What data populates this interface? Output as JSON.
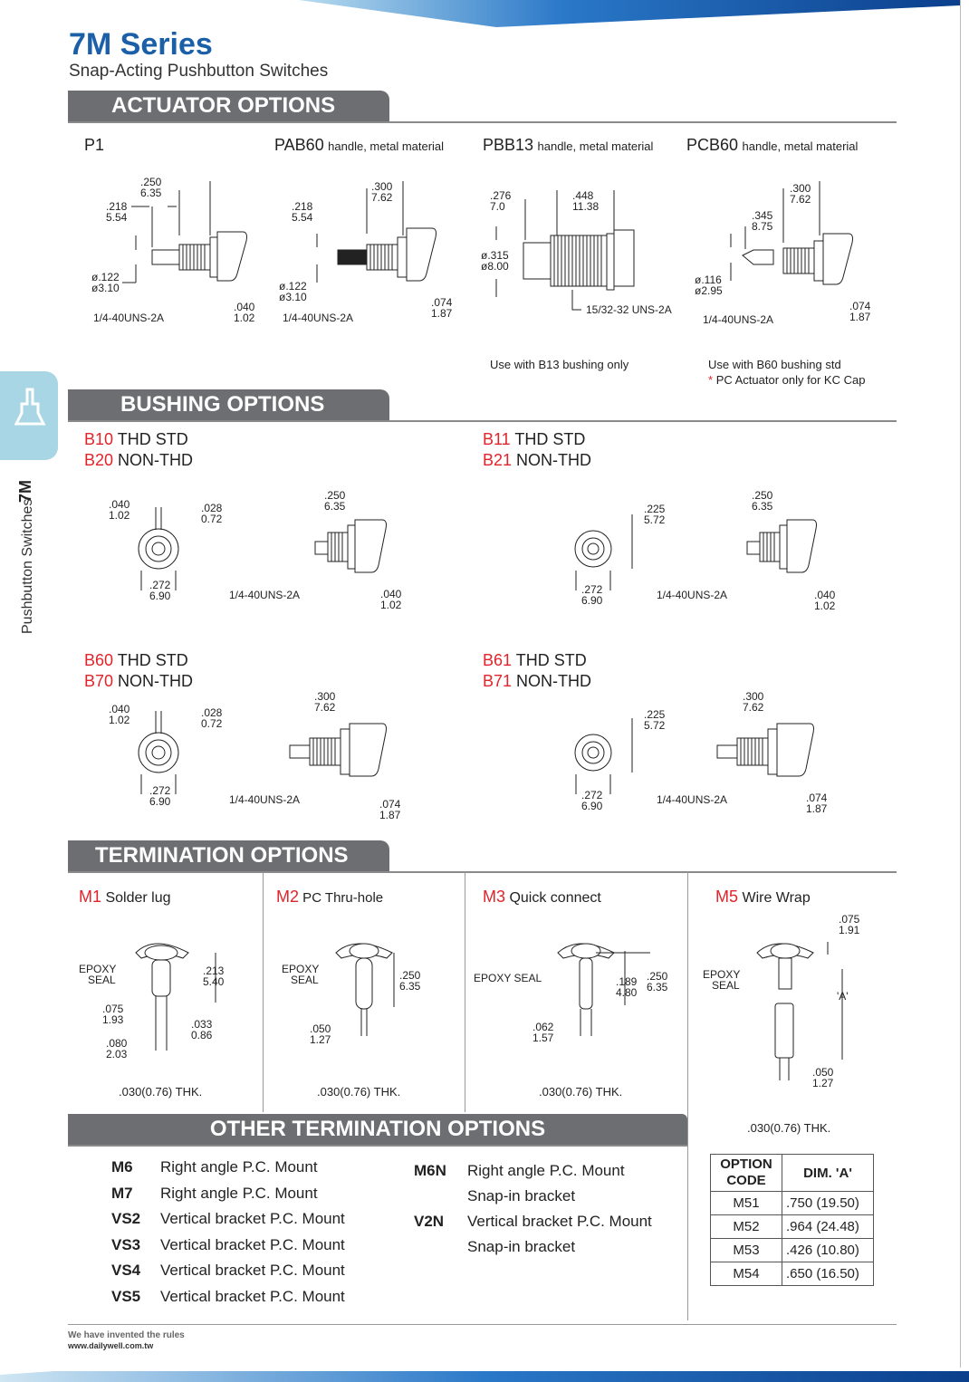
{
  "header": {
    "title": "7M Series",
    "subtitle": "Snap-Acting Pushbutton Switches"
  },
  "sidebar": {
    "code": "7M",
    "label": "Pushbutton Switches"
  },
  "actuator": {
    "heading": "ACTUATOR  OPTIONS",
    "items": [
      {
        "code": "P1",
        "desc": "",
        "dims": [
          ".250",
          "6.35",
          ".218",
          "5.54",
          "ø.122",
          "ø3.10",
          ".040",
          "1.02",
          "1/4-40UNS-2A"
        ]
      },
      {
        "code": "PAB60",
        "desc": "handle, metal material",
        "dims": [
          ".300",
          "7.62",
          ".218",
          "5.54",
          "ø.122",
          "ø3.10",
          ".074",
          "1.87",
          "1/4-40UNS-2A"
        ]
      },
      {
        "code": "PBB13",
        "desc": "handle, metal material",
        "dims": [
          ".276",
          "7.0",
          ".448",
          "11.38",
          "ø.315",
          "ø8.00",
          "15/32-32 UNS-2A"
        ],
        "note": "Use with B13 bushing only"
      },
      {
        "code": "PCB60",
        "desc": "handle, metal material",
        "dims": [
          ".300",
          "7.62",
          ".345",
          "8.75",
          "ø.116",
          "ø2.95",
          ".074",
          "1.87",
          "1/4-40UNS-2A"
        ],
        "note": "Use with B60 bushing std",
        "note2": "PC Actuator only for KC Cap",
        "star": "*"
      }
    ]
  },
  "bushing": {
    "heading": "BUSHING  OPTIONS",
    "groups": [
      {
        "code1": "B10",
        "text1": " THD STD",
        "code2": "B20",
        "text2": " NON-THD",
        "dims": [
          ".040",
          "1.02",
          ".028",
          "0.72",
          ".272",
          "6.90",
          ".250",
          "6.35",
          "1/4-40UNS-2A",
          ".040",
          "1.02"
        ]
      },
      {
        "code1": "B11",
        "text1": " THD STD",
        "code2": "B21",
        "text2": " NON-THD",
        "dims": [
          ".225",
          "5.72",
          ".272",
          "6.90",
          ".250",
          "6.35",
          "1/4-40UNS-2A",
          ".040",
          "1.02"
        ]
      },
      {
        "code1": "B60",
        "text1": " THD STD",
        "code2": "B70",
        "text2": " NON-THD",
        "dims": [
          ".040",
          "1.02",
          ".028",
          "0.72",
          ".272",
          "6.90",
          ".300",
          "7.62",
          "1/4-40UNS-2A",
          ".074",
          "1.87"
        ]
      },
      {
        "code1": "B61",
        "text1": " THD STD",
        "code2": "B71",
        "text2": " NON-THD",
        "dims": [
          ".225",
          "5.72",
          ".272",
          "6.90",
          ".300",
          "7.62",
          "1/4-40UNS-2A",
          ".074",
          "1.87"
        ]
      }
    ]
  },
  "termination": {
    "heading": "TERMINATION OPTIONS",
    "items": [
      {
        "code": "M1",
        "desc": " Solder lug",
        "thk": ".030(0.76) THK.",
        "dims": [
          "EPOXY",
          "SEAL",
          ".213",
          "5.40",
          ".075",
          "1.93",
          ".033",
          "0.86",
          ".080",
          "2.03"
        ]
      },
      {
        "code": "M2",
        "desc": " PC Thru-hole",
        "thk": ".030(0.76) THK.",
        "dims": [
          "EPOXY",
          "SEAL",
          ".250",
          "6.35",
          ".050",
          "1.27"
        ]
      },
      {
        "code": "M3",
        "desc": " Quick connect",
        "thk": ".030(0.76) THK.",
        "dims": [
          "EPOXY SEAL",
          ".189",
          "4.80",
          ".250",
          "6.35",
          ".062",
          "1.57"
        ]
      },
      {
        "code": "M5",
        "desc": " Wire Wrap",
        "thk": ".030(0.76) THK.",
        "dims": [
          ".075",
          "1.91",
          "EPOXY",
          "SEAL",
          "'A'",
          ".050",
          "1.27"
        ]
      }
    ]
  },
  "other": {
    "heading": "OTHER  TERMINATION  OPTIONS",
    "left": [
      {
        "code": "M6",
        "desc": "Right angle P.C. Mount"
      },
      {
        "code": "M7",
        "desc": "Right angle P.C. Mount"
      },
      {
        "code": "VS2",
        "desc": "Vertical bracket P.C. Mount"
      },
      {
        "code": "VS3",
        "desc": "Vertical bracket P.C. Mount"
      },
      {
        "code": "VS4",
        "desc": "Vertical bracket P.C. Mount"
      },
      {
        "code": "VS5",
        "desc": "Vertical bracket P.C. Mount"
      }
    ],
    "right": [
      {
        "code": "M6N",
        "desc": "Right angle P.C. Mount",
        "desc2": "Snap-in bracket"
      },
      {
        "code": "V2N",
        "desc": "Vertical bracket P.C. Mount",
        "desc2": "Snap-in bracket"
      }
    ]
  },
  "dim_table": {
    "h1": "OPTION",
    "h1b": "CODE",
    "h2": "DIM. 'A'",
    "rows": [
      {
        "code": "M51",
        "dim": ".750 (19.50)"
      },
      {
        "code": "M52",
        "dim": ".964 (24.48)"
      },
      {
        "code": "M53",
        "dim": ".426 (10.80)"
      },
      {
        "code": "M54",
        "dim": ".650 (16.50)"
      }
    ]
  },
  "footer": {
    "slogan": "We have invented the rules",
    "url": "www.dailywell.com.tw"
  },
  "colors": {
    "brand_blue": "#1a5fa8",
    "section_grey": "#6d6e71",
    "red": "#e0242a",
    "tab_blue": "#a9d6e4"
  }
}
